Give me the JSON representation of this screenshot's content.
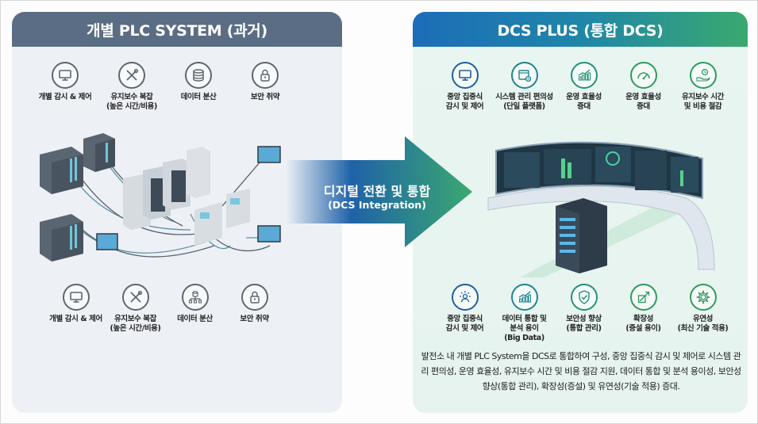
{
  "left_panel": {
    "title": "개별 PLC SYSTEM (과거)",
    "header_color": "#5b6d84",
    "top_features": [
      {
        "icon": "monitor-icon",
        "label": "개별 감시 & 제어"
      },
      {
        "icon": "tools-icon",
        "label": "유지보수 복잡\n(높은 시간/비용)"
      },
      {
        "icon": "database-icon",
        "label": "데이터 분산"
      },
      {
        "icon": "lock-icon",
        "label": "보안 취약"
      }
    ],
    "bottom_features": [
      {
        "icon": "monitor-icon",
        "label": "개별 감시 & 제어"
      },
      {
        "icon": "tools-icon",
        "label": "유지보수 복잡\n(높은 시간/비용)"
      },
      {
        "icon": "network-database-icon",
        "label": "데이터 분산"
      },
      {
        "icon": "lock-icon",
        "label": "보안 취약"
      }
    ],
    "illustration": "distributed-plc-cabinets-illustration"
  },
  "transition_arrow": {
    "title": "디지털 전환 및 통합",
    "subtitle": "(DCS Integration)",
    "gradient": [
      "#1f5fa8",
      "#3aa96f"
    ]
  },
  "right_panel": {
    "title": "DCS PLUS (통합 DCS)",
    "header_gradient": [
      "#1c6db8",
      "#3aa96f"
    ],
    "top_features": [
      {
        "icon": "monitor-icon",
        "label": "중앙 집중식\n감시 및 제어"
      },
      {
        "icon": "window-gear-icon",
        "label": "시스템 관리 편의성\n(단일 플랫폼)"
      },
      {
        "icon": "growth-chart-icon",
        "label": "운영 효율성\n증대"
      },
      {
        "icon": "gauge-icon",
        "label": "운영 효율성\n증대"
      },
      {
        "icon": "hand-clock-icon",
        "label": "유지보수 시간\n및 비용 절감"
      }
    ],
    "bottom_features": [
      {
        "icon": "user-arrows-icon",
        "label": "중앙 집중식\n감시 및 제어"
      },
      {
        "icon": "growth-chart-icon",
        "label": "데이터 통합 및\n분석 용이\n(Big Data)"
      },
      {
        "icon": "shield-check-icon",
        "label": "보안성 향상\n(통합 관리)"
      },
      {
        "icon": "expand-icon",
        "label": "확장성\n(증설 용이)"
      },
      {
        "icon": "gear-icon",
        "label": "유연성\n(최신 기술 적용)"
      }
    ],
    "illustration": "integrated-control-room-illustration",
    "summary": "발전소 내 개별 PLC System을 DCS로 통합하여 구성, 중앙 집중식 감시 및 제어로 시스템 관리 편의성, 운영 효율성, 유지보수 시간 및 비용 절감 지원, 데이터 통합 및 분석 용이성, 보안성 향상(통합 관리), 확장성(증설) 및 유연성(기술 적용) 증대."
  }
}
